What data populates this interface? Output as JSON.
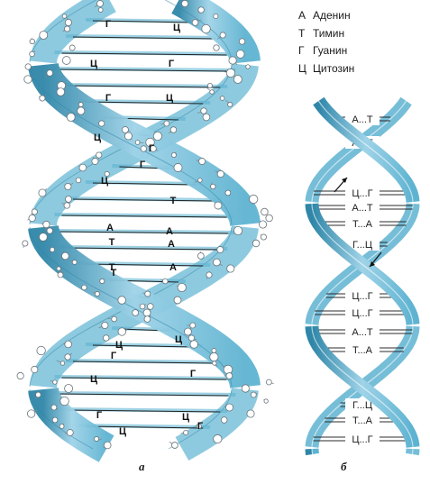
{
  "legend": [
    {
      "letter": "А",
      "name": "Аденин"
    },
    {
      "letter": "Т",
      "name": "Тимин"
    },
    {
      "letter": "Г",
      "name": "Гуанин"
    },
    {
      "letter": "Ц",
      "name": "Цитозин"
    }
  ],
  "panel_a": {
    "caption": "а",
    "base_labels": [
      "Г",
      "Ц",
      "Ц",
      "Г",
      "Г",
      "Ц",
      "Ц",
      "Г",
      "Г",
      "Ц",
      "Т",
      "А",
      "А",
      "Т",
      "А",
      "Т",
      "А",
      "Т",
      "Ц",
      "Ц",
      "Г",
      "Ц",
      "Г",
      "Г",
      "Ц",
      "Ц",
      "Г"
    ]
  },
  "panel_b": {
    "caption": "б",
    "pairs": [
      "А...Т",
      "А...Т",
      "Ц...Г",
      "А...Т",
      "Т...А",
      "Г...Ц",
      "Ц...Г",
      "Ц...Г",
      "А...Т",
      "Т...А",
      "Г...Ц",
      "Т...А",
      "Ц...Г"
    ]
  },
  "colors": {
    "strand_light": "#9fd3e8",
    "strand_mid": "#5eb3d1",
    "strand_dark": "#2f86a8",
    "atom": "#ffffff",
    "bond": "#7f8a90"
  }
}
